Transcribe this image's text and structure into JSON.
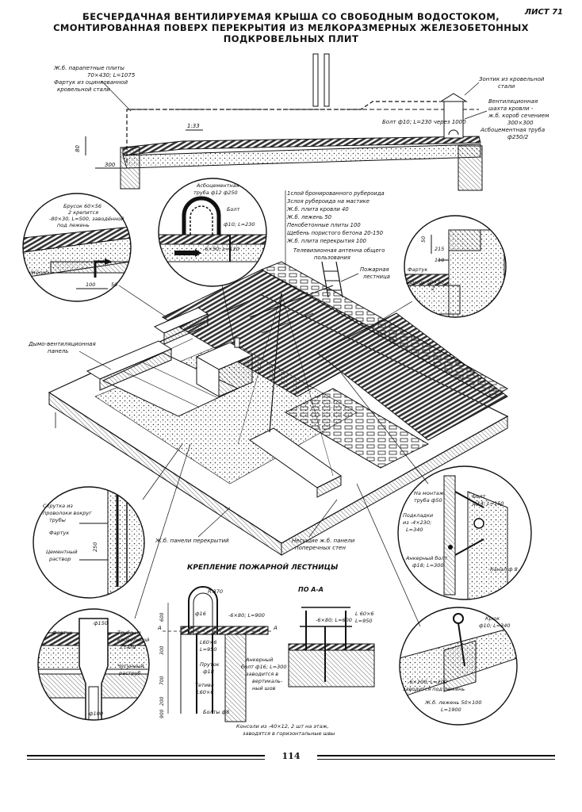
{
  "sheet": {
    "sheet_label": "ЛИСТ 71",
    "title_lines": [
      "БЕСЧЕРДАЧНАЯ ВЕНТИЛИРУЕМАЯ КРЫША СО СВОБОДНЫМ ВОДОСТОКОМ,",
      "СМОНТИРОВАННАЯ ПОВЕРХ ПЕРЕКРЫТИЯ ИЗ МЕЛКОРАЗМЕРНЫХ ЖЕЛЕЗОБЕТОННЫХ",
      "ПОДКРОВЕЛЬНЫХ ПЛИТ"
    ],
    "page_number": "114"
  },
  "section": {
    "parapet": "Ж.б. парапетные плиты",
    "parapet_dims": "70×430; L=1075",
    "apron": "Фартук из оцинкованной",
    "apron2": "кровельной стали",
    "umbrella": "Зонтик из кровельной",
    "umbrella2": "стали",
    "vent_shaft": "Вентиляционная",
    "vent_shaft2": "шахта кровли -",
    "vent_shaft3": "ж.б. короб сечением",
    "vent_shaft4": "300×300",
    "asb_pipe": "Асбоцементная труба",
    "asb_pipe2": "ф250/2",
    "bolt": "Болт ф10; L=230 через 1000",
    "slope": "1:33",
    "dim_80": "80",
    "dim_300": "300"
  },
  "detail_left_top": {
    "bar": "Брусок 60×56",
    "bar2": "2    крепится",
    "bar3": "-80×30, L=500, заводённой",
    "bar4": "под лежень",
    "chute": "Жёлоб",
    "dim_100": "100",
    "dim_50": "50"
  },
  "detail_pipe": {
    "asb_pipe": "Асбоцементная",
    "asb_pipe2": "труба ф12 ф250",
    "bolt": "Болт",
    "bolt2": "ф10; L=230",
    "strip": "-6×50; L=120"
  },
  "layers": {
    "l1": "1слой бронированного рубероида",
    "l2": "3слоя рубероида на мастике",
    "l3": "Ж.б. плита кровли 40",
    "l4": "Ж.б. лежень    50",
    "l5": "Пенобетонные плиты 100",
    "l6": "Щебень пористого бетона 20-150",
    "l7": "Ж.б. плита перекрытия 100",
    "tv_antenna": "Телевизионная антенна общего",
    "tv_antenna2": "пользования",
    "fire_ladder": "Пожарная",
    "fire_ladder2": "лестница"
  },
  "detail_right": {
    "dim_50": "50",
    "dim_215": "215",
    "dim_110": "110",
    "apron": "Фартук",
    "bar": "Брусок 50×50",
    "bar2": "2"
  },
  "main": {
    "smoke_panel": "Дымо-вентиляционная",
    "smoke_panel2": "панель",
    "floor_panels": "Ж.б. панели перекрытий",
    "bearing": "Несущие ж.б. панели",
    "bearing2": "поперечных стен"
  },
  "detail_left_mid": {
    "twist": "Скрутка из",
    "twist2": "проволоки вокруг",
    "twist3": "трубы",
    "apron": "Фартук",
    "cement": "Цементный",
    "cement2": "раствор",
    "dim_250": "250"
  },
  "detail_left_bottom": {
    "apron": "Фартук",
    "pipe": "Труба из",
    "pipe2": "кровельной",
    "pipe3": "стали",
    "cast_iron": "Чугунный",
    "cast_iron2": "раструб",
    "dim_150": "ф150",
    "dim_100": "ф100"
  },
  "ladder": {
    "title": "КРЕПЛЕНИЕ ПОЖАРНОЙ ЛЕСТНИЦЫ",
    "section_label": "ПО А-А",
    "a_left": "А",
    "a_right": "А",
    "r": "R.370",
    "d16": "ф16",
    "strip_900": "-6×80; L=900",
    "strip_600": "-6×80; L=600",
    "angle_950": "L60×6",
    "angle_950b": "L=950",
    "angle_950r": "L 60×6",
    "angle_950r2": "L=950",
    "anchor": "Анкерный",
    "anchor2": "болт ф16; L=300",
    "anchor3": "заводится в",
    "anchor4": "вертикаль-",
    "anchor5": "ный шов",
    "rod": "Пруток",
    "rod2": "ф18",
    "bowstring": "Тетива",
    "bowstring2": "L60×6",
    "bolts": "Болты ф8",
    "consoles": "Консоли из -40×12, 2 шт на этаж,",
    "consoles2": "заводятся в горизонтальные швы",
    "d600": "600",
    "d500": "300",
    "d700": "700",
    "d200": "200",
    "d900": "900"
  },
  "detail_right_mid": {
    "mount": "На монтаж",
    "mount2": "труба ф50",
    "bolt": "Болт",
    "bolt2": "ф14; L=150",
    "liners": "Подкладки",
    "liners2": "из -4×230;",
    "liners3": "L=340",
    "anchor": "Анкерный болт",
    "anchor2": "ф18; L=300",
    "channel": "Канал ф 8"
  },
  "detail_right_bottom": {
    "hook": "Крюк",
    "hook2": "ф10; L=340",
    "strip": "-6×100; L=200",
    "strip2": "заводится под лежень",
    "sleeper": "Ж.б. лежень 50×100",
    "sleeper2": "L=1900"
  },
  "colors": {
    "ink": "#111111",
    "paper": "#ffffff",
    "hatch": "#555555"
  }
}
